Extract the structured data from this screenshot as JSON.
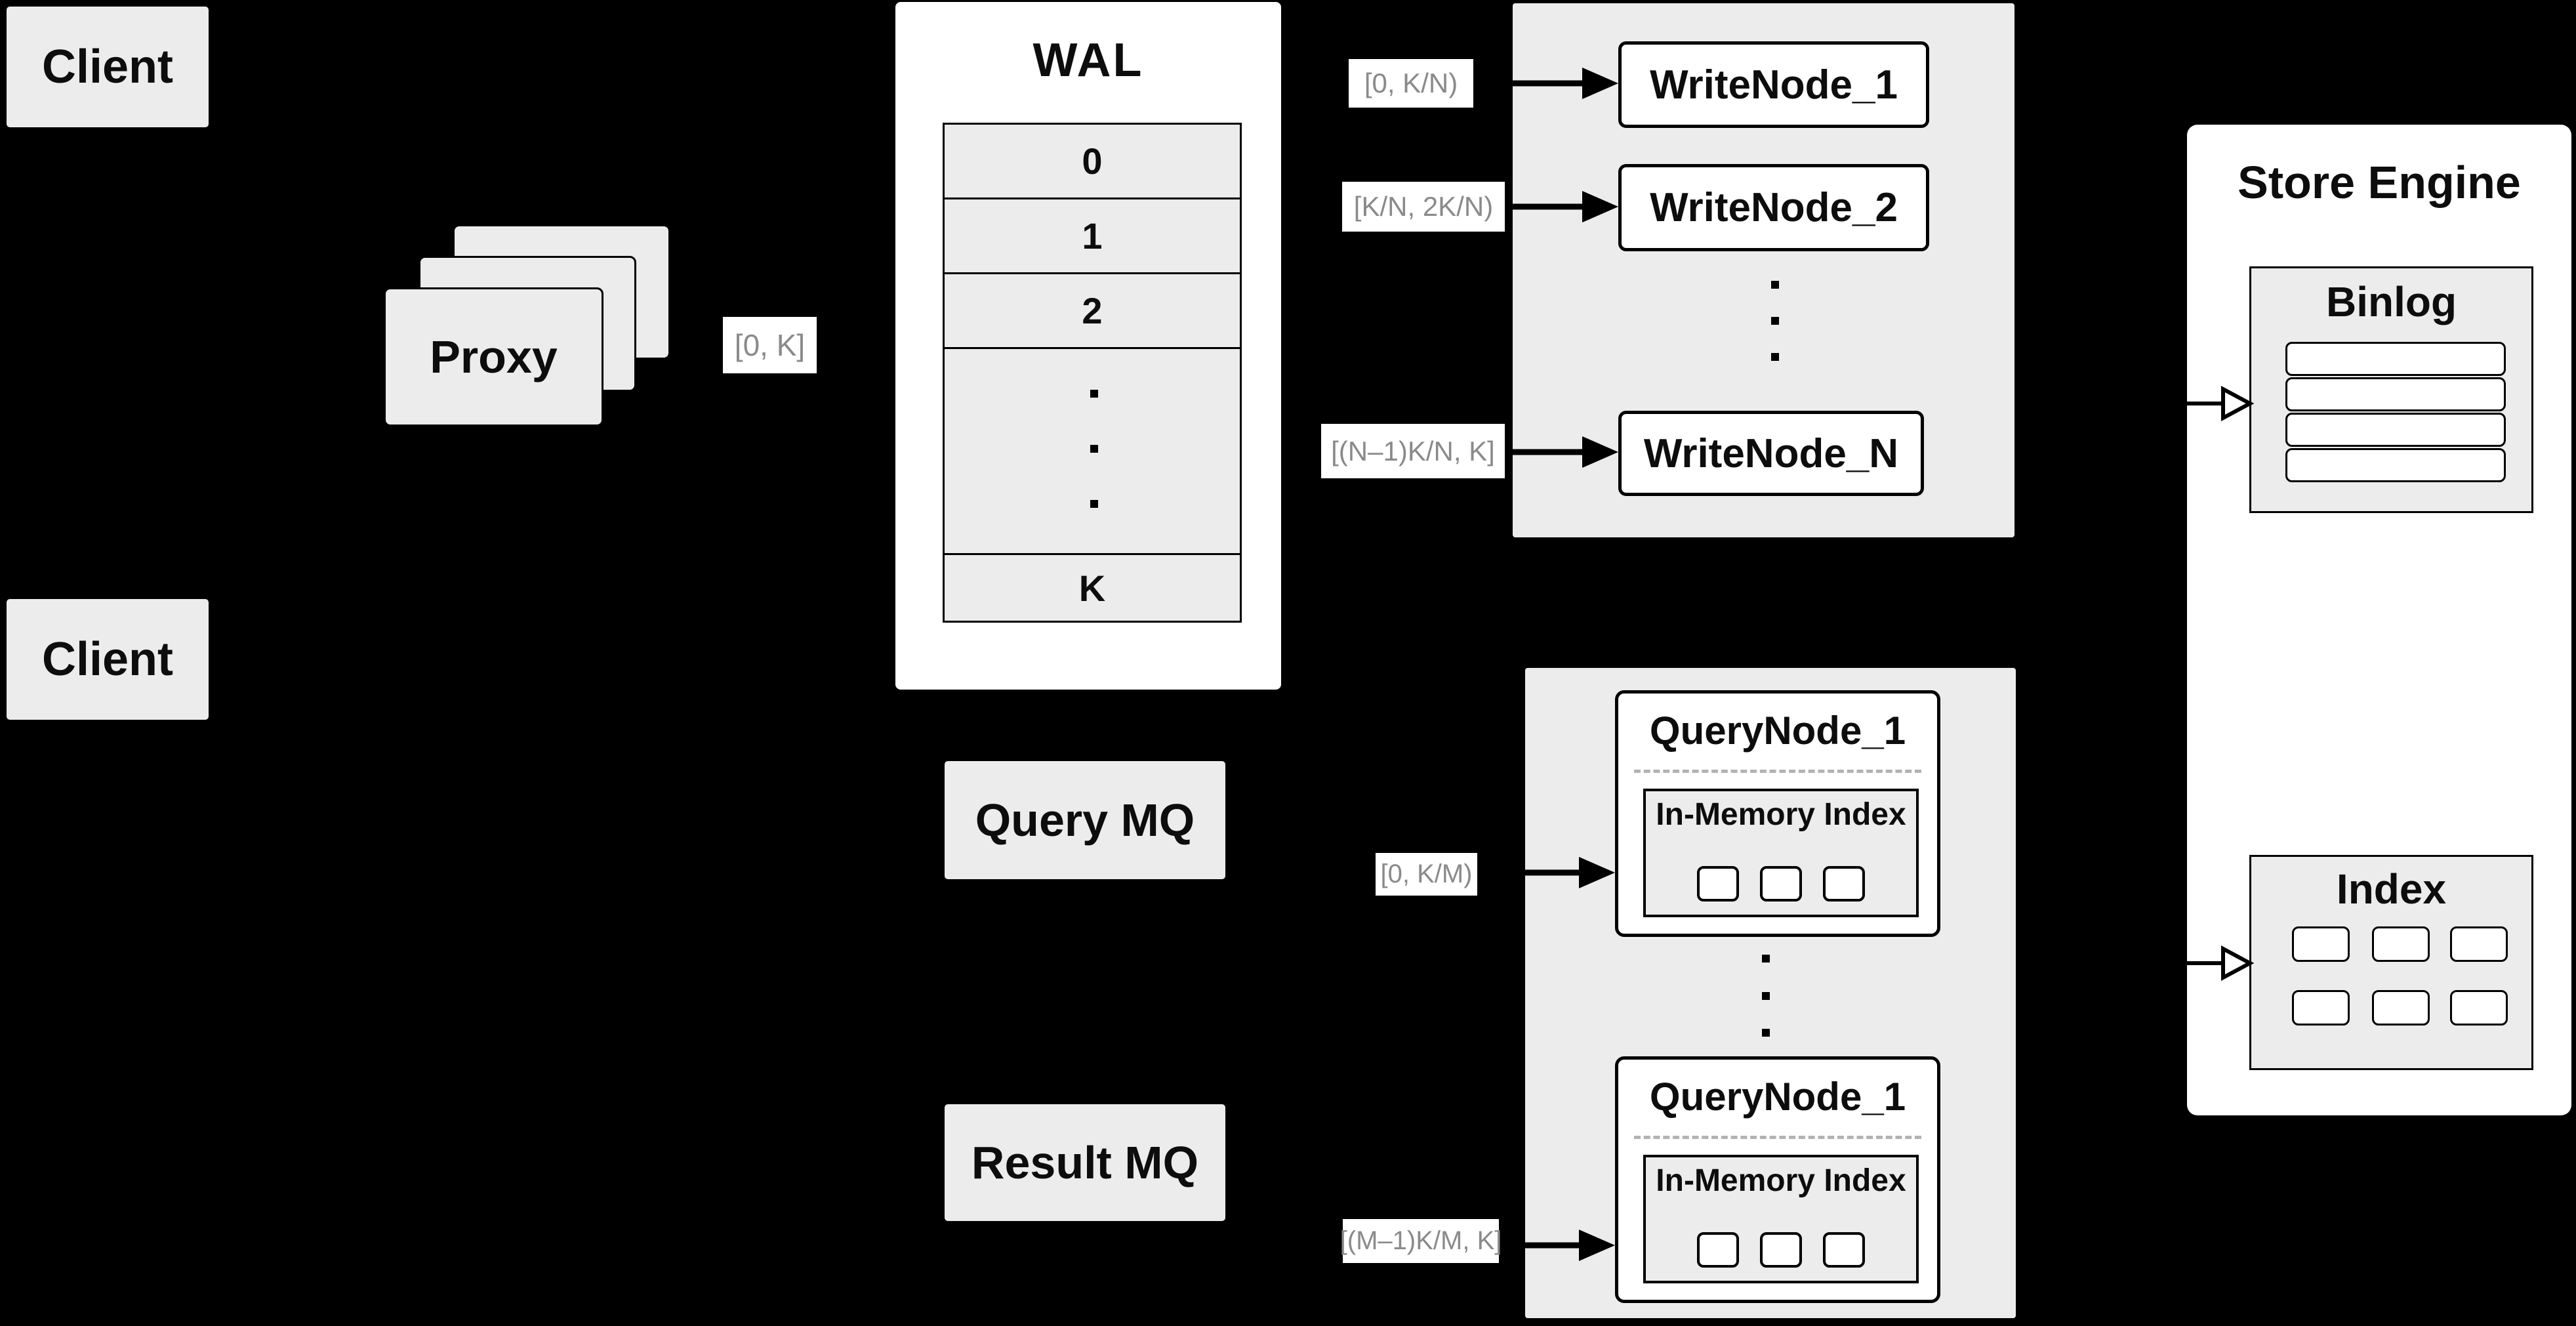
{
  "colors": {
    "background": "#000000",
    "panel_gray": "#ececec",
    "surface_white": "#ffffff",
    "line_black": "#000000",
    "range_label_text": "#8a8a8a",
    "dashed_divider": "#b3b3b3"
  },
  "clients": {
    "top": "Client",
    "bottom": "Client"
  },
  "proxy": {
    "label": "Proxy",
    "output_label": "[0, K]"
  },
  "wal": {
    "title": "WAL",
    "segments": [
      "0",
      "1",
      "2"
    ],
    "last_segment": "K"
  },
  "write_cluster": {
    "nodes": [
      {
        "label": "[0,  K/N)",
        "name": "WriteNode_1"
      },
      {
        "label": "[K/N, 2K/N)",
        "name": "WriteNode_2"
      },
      {
        "label": "[(N–1)K/N,  K]",
        "name": "WriteNode_N"
      }
    ]
  },
  "query_mq": "Query MQ",
  "result_mq": "Result MQ",
  "query_cluster": {
    "nodes": [
      {
        "label": "[0, K/M)",
        "name": "QueryNode_1",
        "index_title": "In-Memory Index"
      },
      {
        "label": "[(M–1)K/M, K]",
        "name": "QueryNode_1",
        "index_title": "In-Memory Index"
      }
    ]
  },
  "store_engine": {
    "title": "Store Engine",
    "binlog_title": "Binlog",
    "index_title": "Index"
  }
}
